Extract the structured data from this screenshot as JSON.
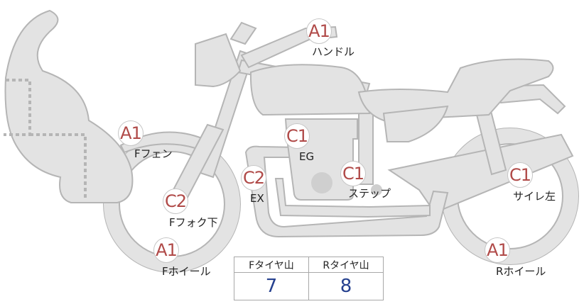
{
  "diagram": {
    "part_markers": [
      {
        "id": "handle",
        "grade": "A1",
        "label": "ハンドル"
      },
      {
        "id": "front-fender",
        "grade": "A1",
        "label": "Fフェン"
      },
      {
        "id": "engine",
        "grade": "C1",
        "label": "EG"
      },
      {
        "id": "exhaust",
        "grade": "C2",
        "label": "EX"
      },
      {
        "id": "step",
        "grade": "C1",
        "label": "ステップ"
      },
      {
        "id": "front-fork-lower",
        "grade": "C2",
        "label": "Fフォク下"
      },
      {
        "id": "seat-rail-left",
        "grade": "C1",
        "label": "サイレ左"
      },
      {
        "id": "front-wheel",
        "grade": "A1",
        "label": "Fホイール"
      },
      {
        "id": "rear-wheel",
        "grade": "A1",
        "label": "Rホイール"
      }
    ],
    "tire_tread_table": {
      "headers": [
        "Fタイヤ山",
        "Rタイヤ山"
      ],
      "values": [
        "7",
        "8"
      ]
    }
  }
}
